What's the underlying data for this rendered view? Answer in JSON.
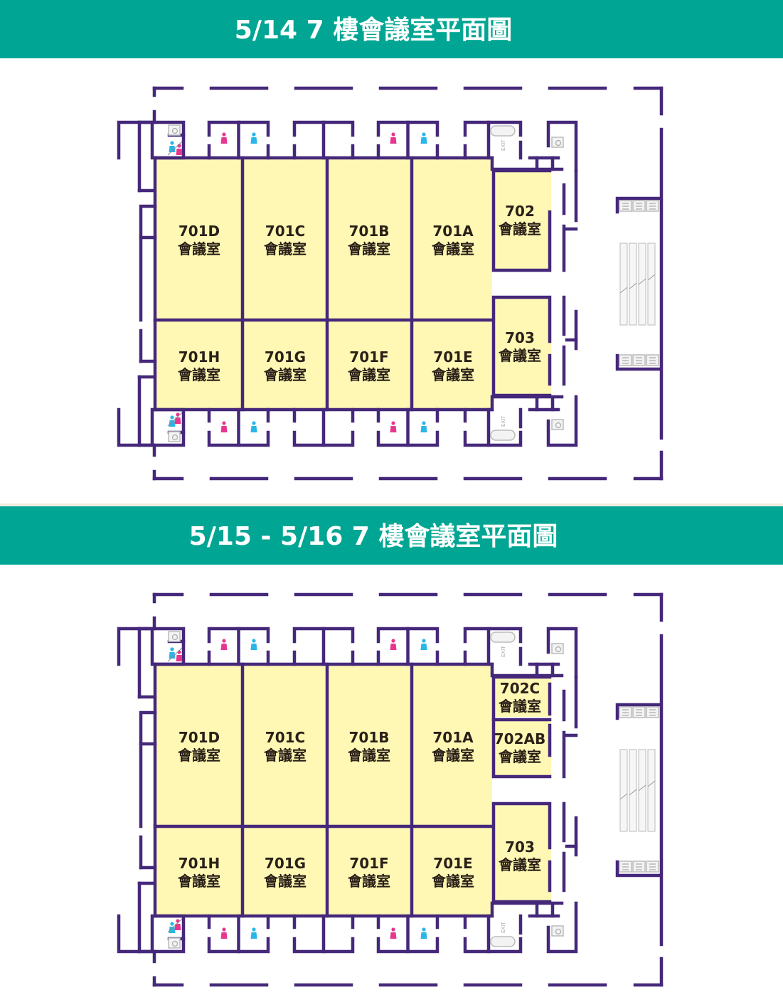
{
  "colors": {
    "header": "#00a693",
    "wall": "#45287a",
    "room": "#fff8b4",
    "female": "#e8368f",
    "male": "#29b6e8"
  },
  "plans": [
    {
      "title": "5/14  7 樓會議室平面圖",
      "rooms": [
        {
          "id": "701D",
          "name": "會議室"
        },
        {
          "id": "701C",
          "name": "會議室"
        },
        {
          "id": "701B",
          "name": "會議室"
        },
        {
          "id": "701A",
          "name": "會議室"
        },
        {
          "id": "701H",
          "name": "會議室"
        },
        {
          "id": "701G",
          "name": "會議室"
        },
        {
          "id": "701F",
          "name": "會議室"
        },
        {
          "id": "701E",
          "name": "會議室"
        },
        {
          "id": "702",
          "name": "會議室"
        },
        {
          "id": "703",
          "name": "會議室"
        }
      ]
    },
    {
      "title": "5/15 - 5/16  7 樓會議室平面圖",
      "rooms": [
        {
          "id": "701D",
          "name": "會議室"
        },
        {
          "id": "701C",
          "name": "會議室"
        },
        {
          "id": "701B",
          "name": "會議室"
        },
        {
          "id": "701A",
          "name": "會議室"
        },
        {
          "id": "701H",
          "name": "會議室"
        },
        {
          "id": "701G",
          "name": "會議室"
        },
        {
          "id": "701F",
          "name": "會議室"
        },
        {
          "id": "701E",
          "name": "會議室"
        },
        {
          "id": "702C",
          "name": "會議室"
        },
        {
          "id": "702AB",
          "name": "會議室"
        },
        {
          "id": "703",
          "name": "會議室"
        }
      ]
    }
  ],
  "exit_label": "EXIT"
}
